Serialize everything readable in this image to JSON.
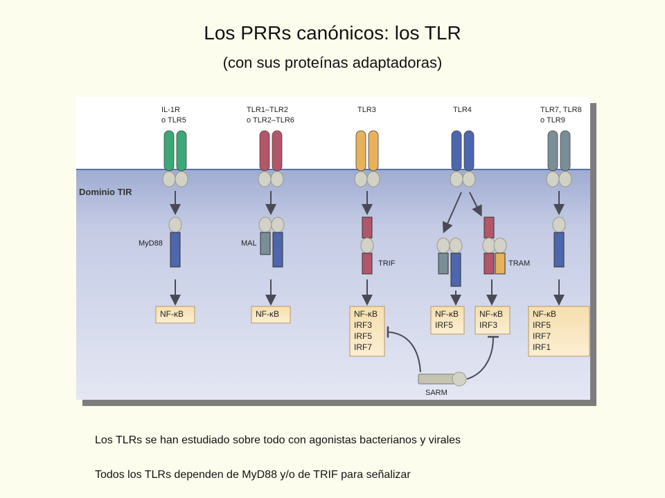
{
  "header": {
    "title": "Los PRRs canónicos: los TLR",
    "subtitle": "(con sus proteínas adaptadoras)"
  },
  "diagram": {
    "tir_label": "Dominio TIR",
    "receptors": [
      {
        "line1": "IL-1R",
        "line2": "o  TLR5",
        "color": "#3aa877"
      },
      {
        "line1": "TLR1–TLR2",
        "line2": "o  TLR2–TLR6",
        "color": "#b3566a"
      },
      {
        "line1": "TLR3",
        "line2": "",
        "color": "#e8b25a"
      },
      {
        "line1": "TLR4",
        "line2": "",
        "color": "#4d66ad"
      },
      {
        "line1": "TLR7, TLR8",
        "line2": "o  TLR9",
        "color": "#7a8e98"
      }
    ],
    "adapters": {
      "myd88": "MyD88",
      "mal": "MAL",
      "trif": "TRIF",
      "tram": "TRAM",
      "sarm": "SARM"
    },
    "outputs": [
      [
        "NF-κB"
      ],
      [
        "NF-κB"
      ],
      [
        "NF-κB",
        "IRF3",
        "IRF5",
        "IRF7"
      ],
      [
        "NF-κB",
        "IRF5"
      ],
      [
        "NF-κB",
        "IRF3"
      ],
      [
        "NF-κB",
        "IRF5",
        "IRF7",
        "IRF1"
      ]
    ]
  },
  "notes": {
    "line1": "Los TLRs se han estudiado sobre todo con agonistas bacterianos y virales",
    "line2": "Todos los TLRs dependen de MyD88 y/o de TRIF para señalizar"
  }
}
